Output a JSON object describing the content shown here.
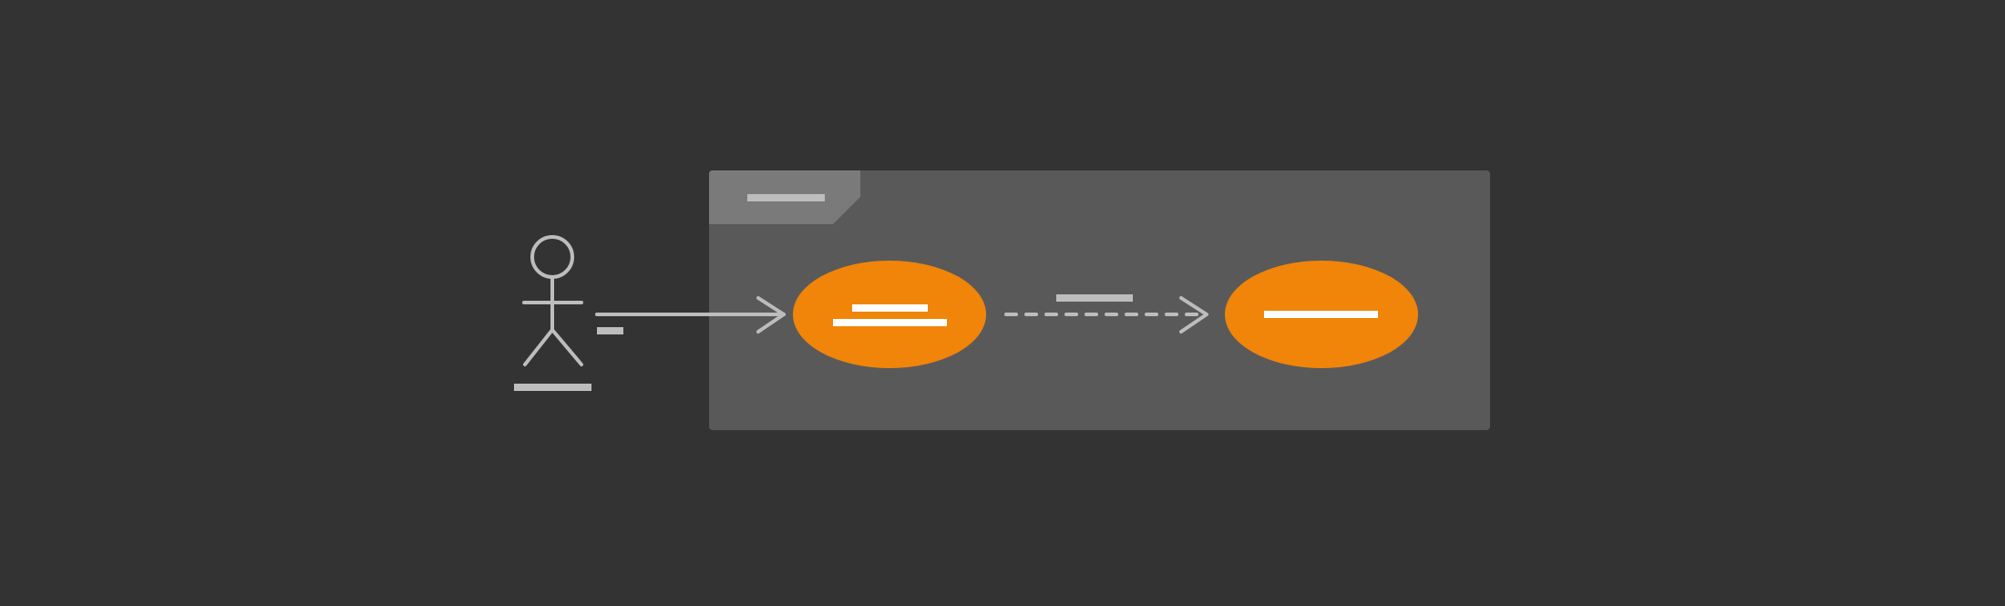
{
  "diagram": {
    "type": "use-case",
    "colors": {
      "background": "#333333",
      "system_boundary": "#595959",
      "system_tab": "#7a7a7a",
      "use_case_fill": "#f0850a",
      "line": "#bdbdbd",
      "label_bar": "#bdbdbd",
      "use_case_label_bar": "#ffffff"
    },
    "actor": {
      "name": "",
      "multiplicity": ""
    },
    "system": {
      "name": ""
    },
    "use_cases": [
      {
        "id": "uc1",
        "label": ""
      },
      {
        "id": "uc2",
        "label": ""
      }
    ],
    "relationships": [
      {
        "from": "actor",
        "to": "uc1",
        "kind": "association",
        "style": "solid",
        "label": ""
      },
      {
        "from": "uc1",
        "to": "uc2",
        "kind": "dependency",
        "style": "dashed",
        "label": ""
      }
    ]
  }
}
